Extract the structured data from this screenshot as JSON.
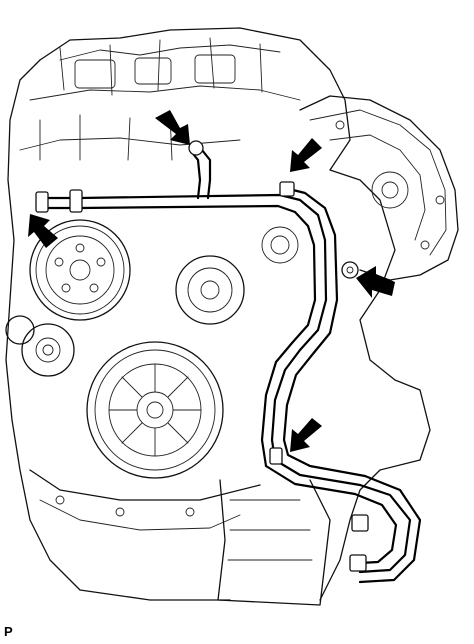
{
  "diagram": {
    "corner_code": "P",
    "callout_arrows": [
      {
        "target": "upper-pipe-clamp-bolt",
        "direction": "down-right"
      },
      {
        "target": "left-pipe-clamp-bolt",
        "direction": "up-left"
      },
      {
        "target": "right-pipe-clamp-bolt",
        "direction": "down-left"
      },
      {
        "target": "tube-flange-nut",
        "direction": "left"
      },
      {
        "target": "lower-pipe-clamp-bolt",
        "direction": "down-left"
      }
    ],
    "colors": {
      "line": "#111111",
      "background": "#ffffff"
    }
  }
}
